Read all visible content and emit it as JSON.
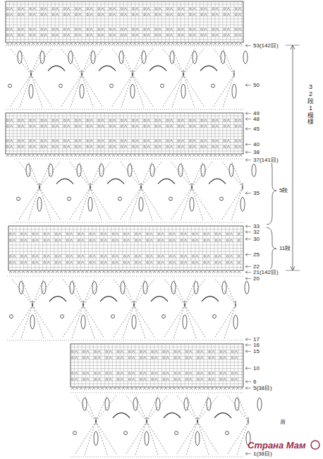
{
  "diagram": {
    "labels": [
      "53(142目)",
      "32段1模様",
      "50",
      "49",
      "48",
      "45",
      "40",
      "38",
      "37(141目)",
      "35",
      "5段",
      "33",
      "32",
      "30",
      "25",
      "11段",
      "22",
      "21(142目)",
      "20",
      "17",
      "16",
      "15",
      "10",
      "6",
      "5(38目)",
      "肩",
      "1(38目)",
      "Страна Мам"
    ]
  }
}
